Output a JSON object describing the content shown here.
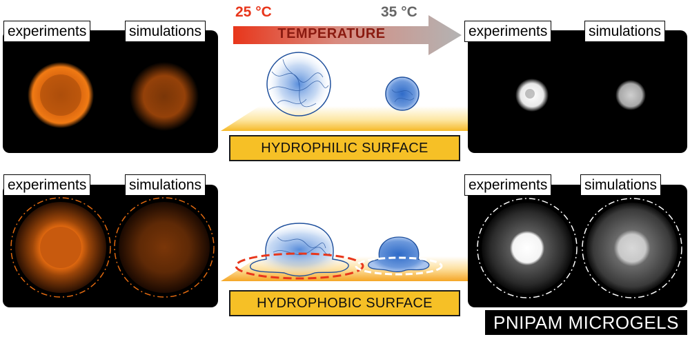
{
  "labels": {
    "experiments": "experiments",
    "simulations": "simulations"
  },
  "temperature": {
    "low": "25 °C",
    "high": "35 °C",
    "axis_label": "TEMPERATURE"
  },
  "surfaces": {
    "top": "HYDROPHILIC SURFACE",
    "bottom": "HYDROPHOBIC SURFACE"
  },
  "title": "PNIPAM MICROGELS",
  "colors": {
    "low_temp": "#e8361b",
    "high_temp": "#666666",
    "surface": "#f6c026",
    "fluor_orange": "#e36a10",
    "microgel_blue": "#3a78d4"
  }
}
